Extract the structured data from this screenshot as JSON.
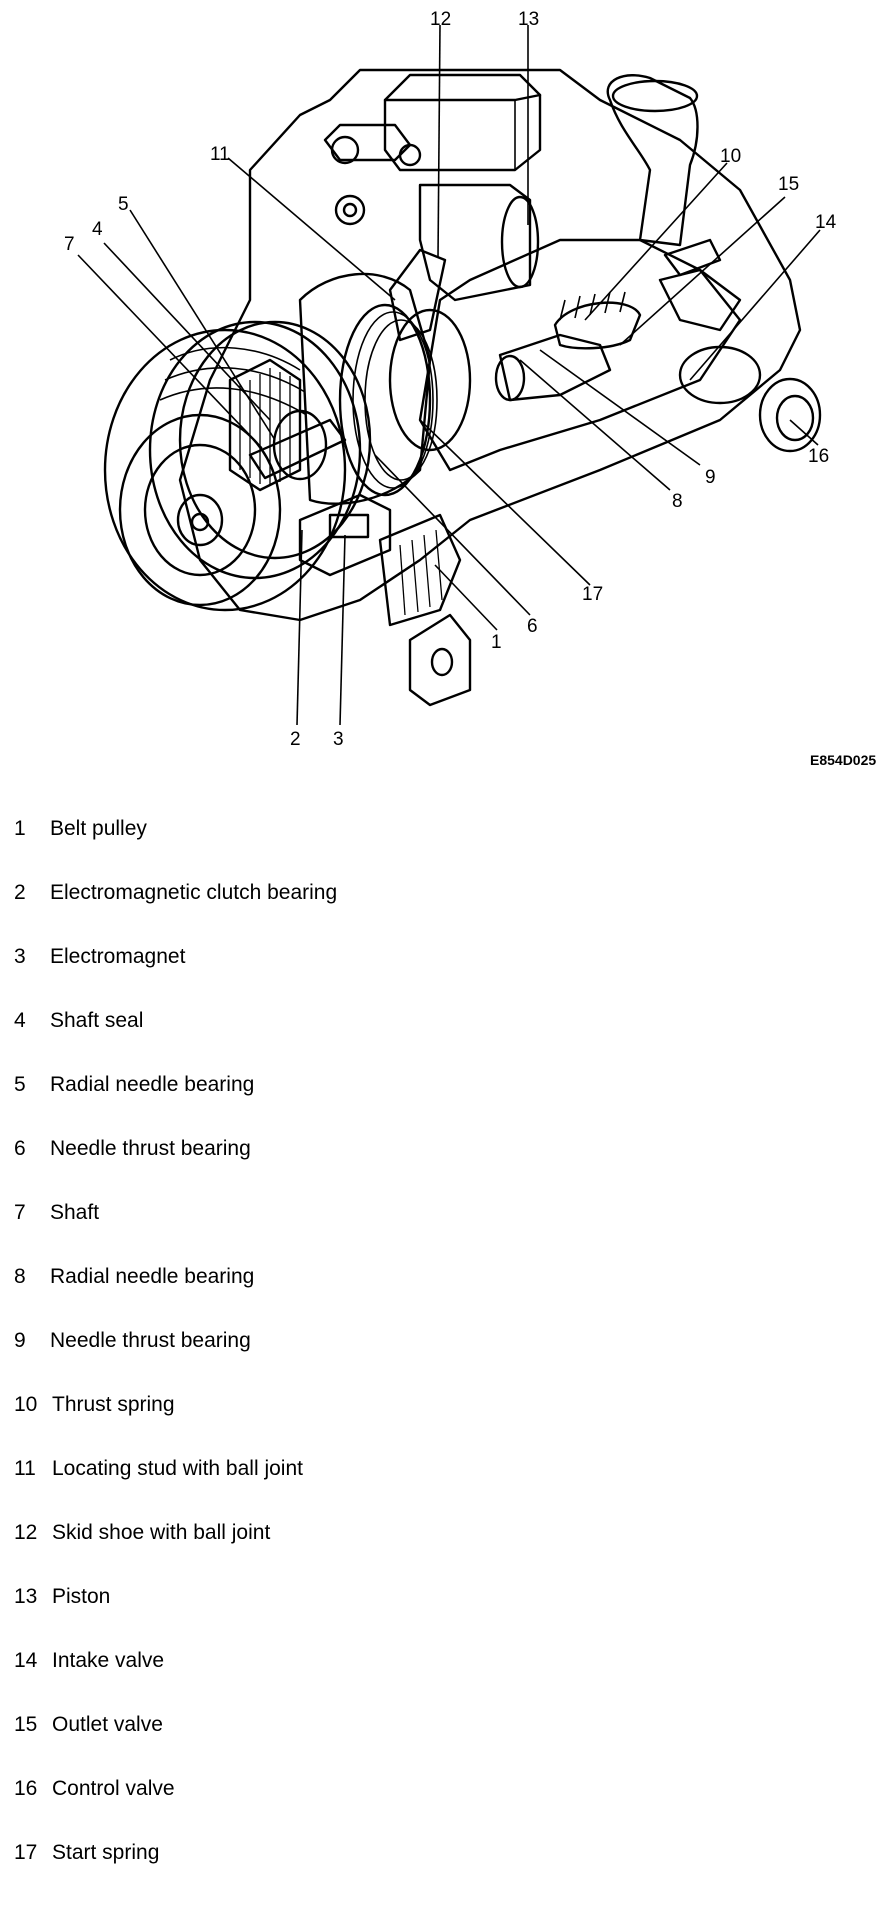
{
  "figure": {
    "id": "E854D025",
    "callouts": [
      "1",
      "2",
      "3",
      "4",
      "5",
      "6",
      "7",
      "8",
      "9",
      "10",
      "11",
      "12",
      "13",
      "14",
      "15",
      "16",
      "17"
    ]
  },
  "legend": [
    {
      "num": "1",
      "label": "Belt pulley"
    },
    {
      "num": "2",
      "label": "Electromagnetic clutch bearing"
    },
    {
      "num": "3",
      "label": "Electromagnet"
    },
    {
      "num": "4",
      "label": "Shaft seal"
    },
    {
      "num": "5",
      "label": "Radial needle bearing"
    },
    {
      "num": "6",
      "label": "Needle thrust bearing"
    },
    {
      "num": "7",
      "label": "Shaft"
    },
    {
      "num": "8",
      "label": "Radial needle bearing"
    },
    {
      "num": "9",
      "label": "Needle thrust bearing"
    },
    {
      "num": "10",
      "label": "Thrust spring"
    },
    {
      "num": "11",
      "label": "Locating stud with ball joint"
    },
    {
      "num": "12",
      "label": "Skid shoe with ball joint"
    },
    {
      "num": "13",
      "label": "Piston"
    },
    {
      "num": "14",
      "label": "Intake valve"
    },
    {
      "num": "15",
      "label": "Outlet valve"
    },
    {
      "num": "16",
      "label": "Control valve"
    },
    {
      "num": "17",
      "label": "Start spring"
    }
  ]
}
